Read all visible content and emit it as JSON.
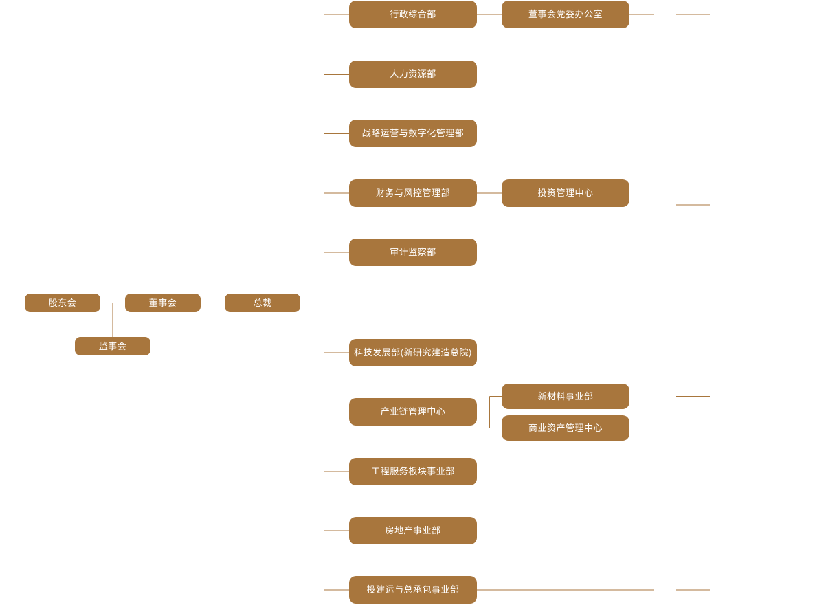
{
  "chart": {
    "type": "org-chart",
    "title": "",
    "theme": {
      "node_fill": "#a8763d",
      "node_text": "#ffffff",
      "connector": "#a8763d",
      "background": "#ffffff"
    },
    "governance": {
      "shareholders": "股东会",
      "board": "董事会",
      "president": "总裁",
      "supervisors": "监事会"
    },
    "functional_departments": [
      {
        "label": "行政综合部",
        "child": "董事会党委办公室"
      },
      {
        "label": "人力资源部",
        "child": ""
      },
      {
        "label": "战略运营与数字化管理部",
        "child": ""
      },
      {
        "label": "财务与风控管理部",
        "child": "投资管理中心"
      },
      {
        "label": "审计监察部",
        "child": ""
      }
    ],
    "business_units": [
      {
        "label": "科技发展部(新研究建造总院)",
        "children": []
      },
      {
        "label": "产业链管理中心",
        "children": [
          "新材料事业部",
          "商业资产管理中心"
        ]
      },
      {
        "label": "工程服务板块事业部",
        "children": []
      },
      {
        "label": "房地产事业部",
        "children": []
      },
      {
        "label": "投建运与总承包事业部",
        "children": []
      }
    ],
    "sub_units": {
      "board_party_office": "董事会党委办公室",
      "investment_center": "投资管理中心",
      "new_materials": "新材料事业部",
      "commercial_assets": "商业资产管理中心"
    }
  }
}
